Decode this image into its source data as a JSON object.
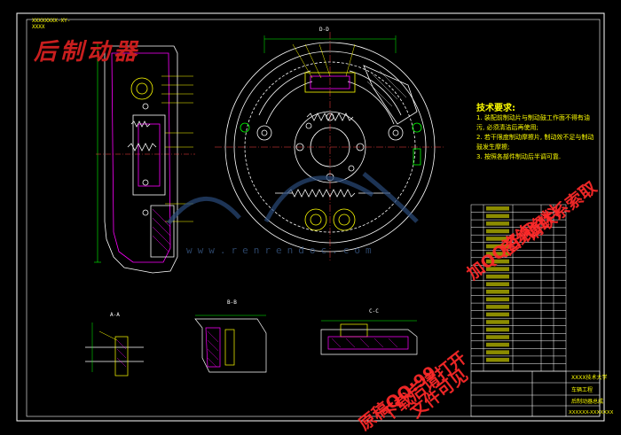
{
  "drawing": {
    "top_tag": "XXXXXXXX-XY-XXXX",
    "watermark_title": "后制动器",
    "watermark_url": "www.renrendoc.com",
    "section_labels": [
      "A-A",
      "B-B",
      "C-C",
      "D-D"
    ],
    "tech_requirements": {
      "title": "技术要求:",
      "lines": [
        "1. 装配前制动片与制动鼓工作面不得有油",
        "污, 必须清洁后再使用;",
        "2. 若干限度制动摩擦片, 制动效不足与制动",
        "鼓发生摩擦;",
        "3. 按照各部件制动后半调可靠."
      ]
    },
    "red_overlay": [
      "原稿QQ:99",
      "下载后请打开",
      "文件可见",
      "加QQ咨询",
      "图纸资料",
      "请联系索取"
    ],
    "title_block": {
      "school": "XXXX技术大学",
      "dept": "车辆工程",
      "drawing_name": "后制动器总成",
      "drawing_no": "XXXXXX-XXXXXXX"
    },
    "colors": {
      "background": "#000000",
      "outline": "#ffffff",
      "dimension": "#00ff00",
      "leader": "#ffff00",
      "part": "#ff00ff",
      "hatch": "#ff00ff",
      "table_text": "#ffff00",
      "overlay": "#ff2a2a",
      "watermark_blue": "#2a4a7a"
    }
  }
}
